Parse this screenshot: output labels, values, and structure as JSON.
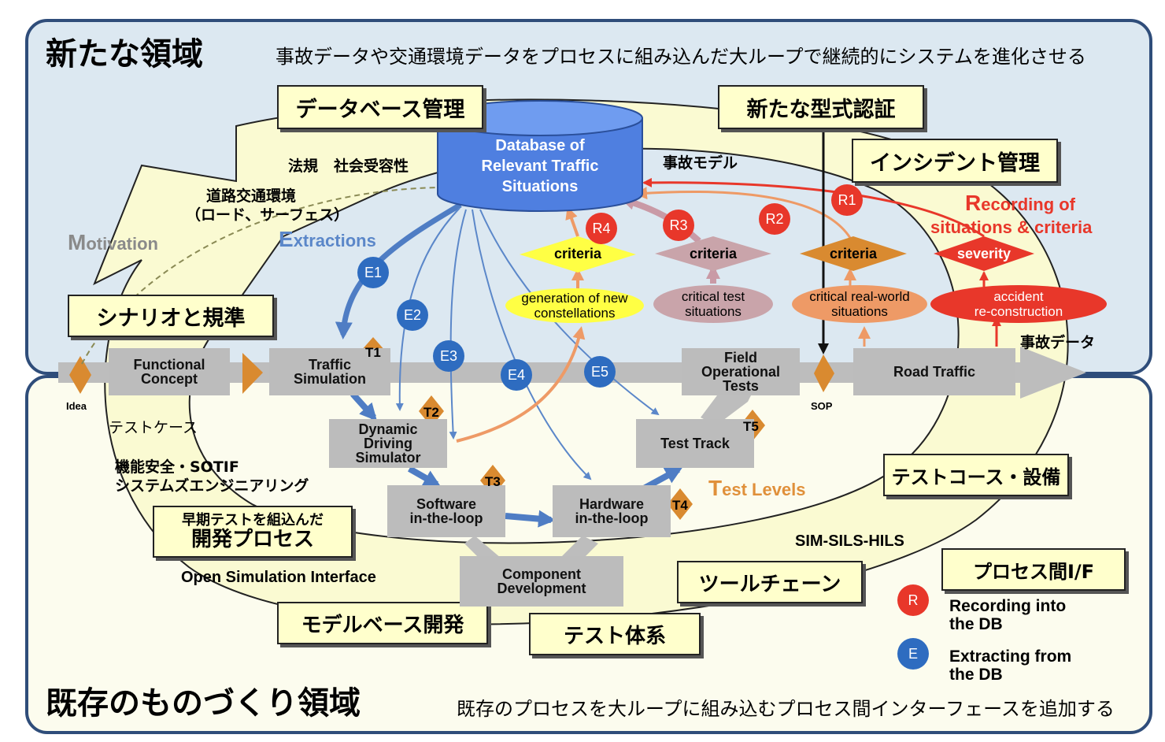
{
  "titles": {
    "top_title": "新たな領域",
    "top_subtitle": "事故データや交通環境データをプロセスに組み込んだ大ループで継続的にシステムを進化させる",
    "bottom_title": "既存のものづくり領域",
    "bottom_subtitle": "既存のプロセスを大ループに組み込むプロセス間インターフェースを追加する"
  },
  "yellow_boxes": {
    "db_mgmt": "データベース管理",
    "type_cert": "新たな型式認証",
    "incident_mgmt": "インシデント管理",
    "scenario": "シナリオと規準",
    "early_test_line1": "早期テストを組込んだ",
    "early_test_line2": "開発プロセス",
    "test_course": "テストコース・設備",
    "toolchain": "ツールチェーン",
    "process_if": "プロセス間I/F",
    "model_based": "モデルベース開発",
    "test_system": "テスト体系"
  },
  "database": {
    "line1": "Database of",
    "line2": "Relevant Traffic",
    "line3": "Situations"
  },
  "loop_labels": {
    "law": "法規",
    "social": "社会受容性",
    "road_env_line1": "道路交通環境",
    "road_env_line2": "（ロード、サーフェス）",
    "accident_model": "事故モデル",
    "accident_data": "事故データ",
    "test_case": "テストケース",
    "func_safety": "機能安全・SOTIF",
    "sys_eng": "システムズエンジニアリング",
    "sim_sils_hils": "SIM-SILS-HILS",
    "osi": "Open Simulation Interface"
  },
  "motivation": {
    "initial": "M",
    "rest": "otivation"
  },
  "extractions": {
    "initial": "E",
    "rest": "xtractions"
  },
  "test_levels": {
    "initial": "T",
    "rest": "est Levels"
  },
  "recording": {
    "initial": "R",
    "line1_rest": "ecording of",
    "line2": "situations & criteria"
  },
  "stages": {
    "idea": "Idea",
    "sop": "SOP",
    "functional_concept": "Functional\nConcept",
    "traffic_sim": "Traffic\nSimulation",
    "dds": "Dynamic\nDriving\nSimulator",
    "sil": "Software\nin-the-loop",
    "hil": "Hardware\nin-the-loop",
    "component_dev": "Component\nDevelopment",
    "test_track": "Test Track",
    "fot": "Field\nOperational\nTests",
    "road_traffic": "Road Traffic"
  },
  "t_labels": [
    "T1",
    "T2",
    "T3",
    "T4",
    "T5"
  ],
  "e_labels": [
    "E1",
    "E2",
    "E3",
    "E4",
    "E5"
  ],
  "r_labels": [
    "R1",
    "R2",
    "R3",
    "R4"
  ],
  "criteria": {
    "c1": "criteria",
    "c2": "criteria",
    "c3": "criteria",
    "severity": "severity"
  },
  "ellipses": {
    "gen_new_line1": "generation of new",
    "gen_new_line2": "constellations",
    "crit_test_line1": "critical test",
    "crit_test_line2": "situations",
    "crit_real_line1": "critical real-world",
    "crit_real_line2": "situations",
    "accident_line1": "accident",
    "accident_line2": "re-construction"
  },
  "legend": {
    "r_symbol": "R",
    "r_line1": "Recording into",
    "r_line2": "the DB",
    "e_symbol": "E",
    "e_line1": "Extracting from",
    "e_line2": "the DB"
  },
  "colors": {
    "panel_border": "#2f4d7a",
    "top_bg": "#dce8f1",
    "bottom_bg": "#fcfcee",
    "loop_fill": "#fafad2",
    "db_blue": "#4f7fe0",
    "red": "#e8372a",
    "blue": "#2e6cc0",
    "orange": "#d98a30",
    "gray_box": "#bcbcbc"
  }
}
